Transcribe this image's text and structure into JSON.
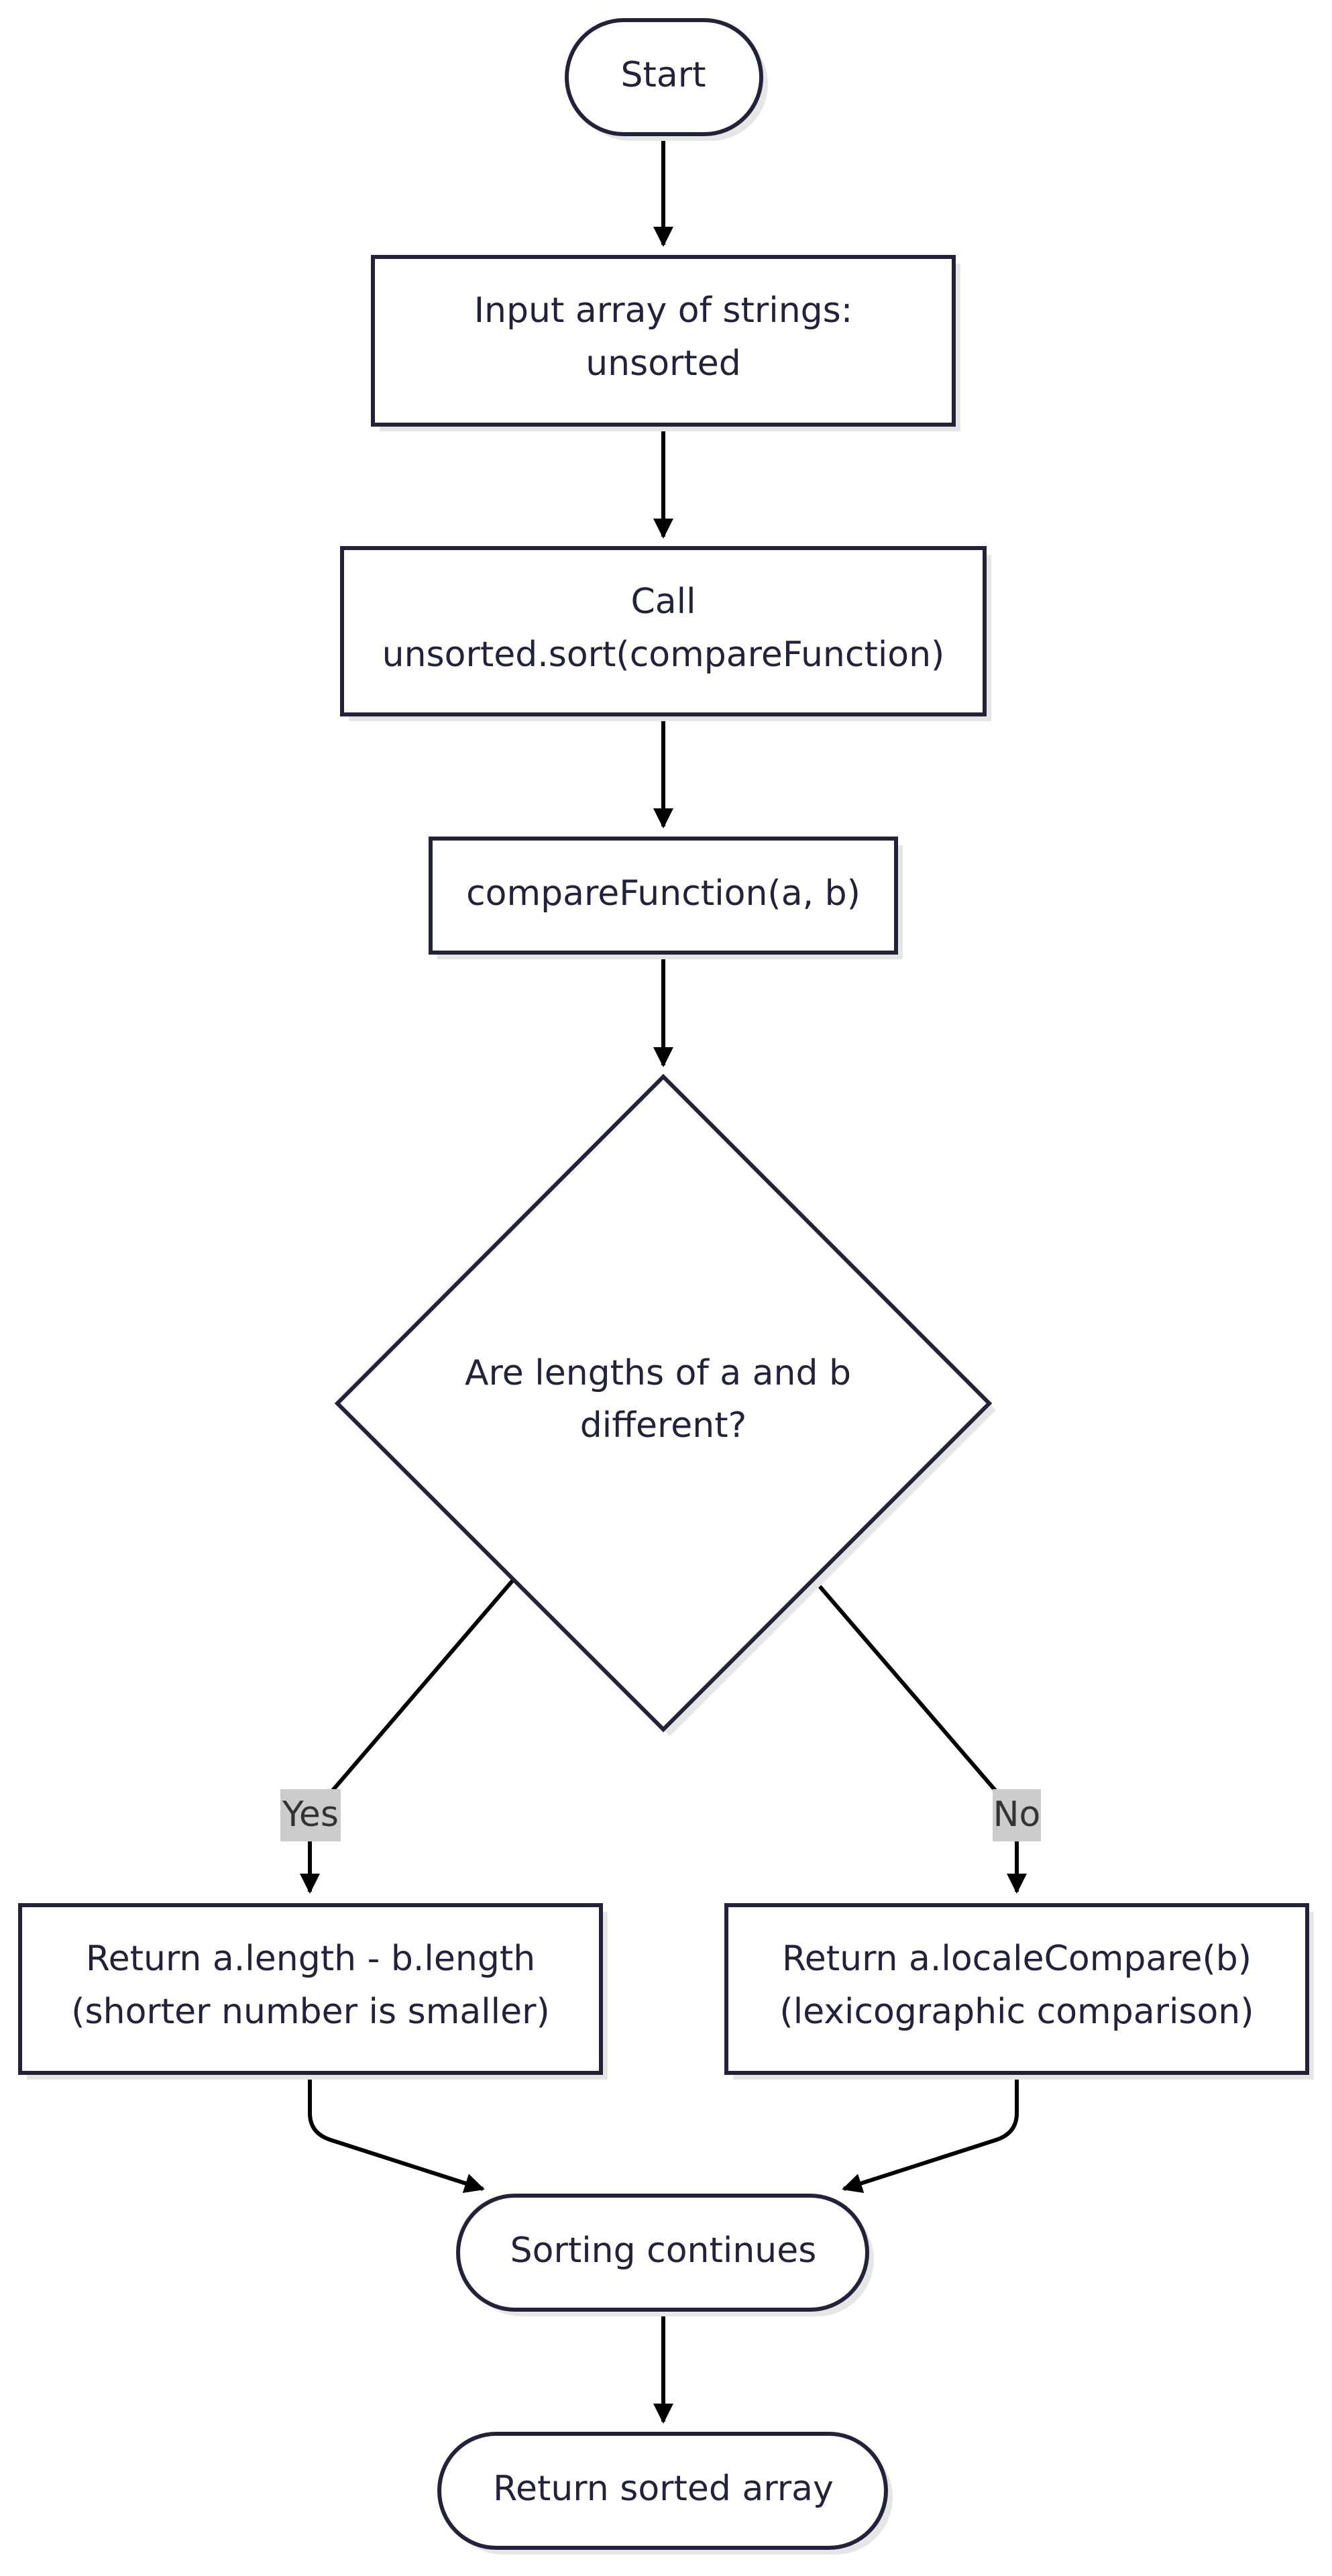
{
  "nodes": {
    "start": {
      "lines": [
        "Start"
      ]
    },
    "input": {
      "lines": [
        "Input array of strings:",
        "unsorted"
      ]
    },
    "call_sort": {
      "lines": [
        "Call",
        "unsorted.sort(compareFunction)"
      ]
    },
    "compare_fn": {
      "lines": [
        "compareFunction(a, b)"
      ]
    },
    "decision": {
      "lines": [
        "Are lengths of a and b",
        "different?"
      ]
    },
    "return_length": {
      "lines": [
        "Return a.length - b.length",
        "(shorter number is smaller)"
      ]
    },
    "return_locale": {
      "lines": [
        "Return a.localeCompare(b)",
        "(lexicographic comparison)"
      ]
    },
    "sorting_continues": {
      "lines": [
        "Sorting continues"
      ]
    },
    "return_sorted": {
      "lines": [
        "Return sorted array"
      ]
    }
  },
  "edges": {
    "yes_label": "Yes",
    "no_label": "No"
  },
  "colors": {
    "node_border": "#24223a",
    "node_fill": "#ffffff",
    "edge": "#000000",
    "label_bg": "#cccccc"
  }
}
